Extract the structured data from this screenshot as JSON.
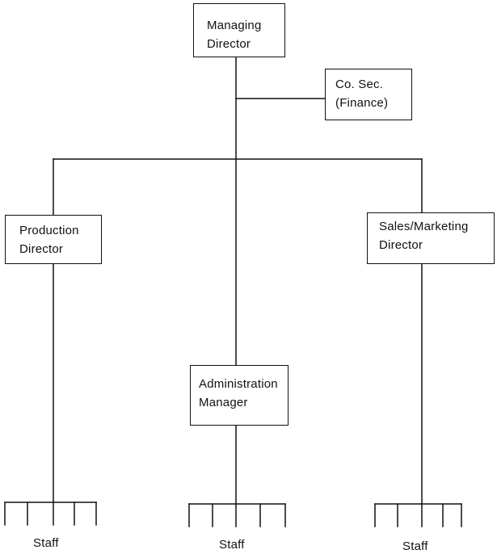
{
  "org_chart": {
    "managing_director": {
      "line1": "Managing",
      "line2": "Director"
    },
    "company_secretary": {
      "line1": "Co. Sec.",
      "line2": "(Finance)"
    },
    "production_director": {
      "line1": "Production",
      "line2": "Director"
    },
    "sales_marketing_director": {
      "line1": "Sales/Marketing",
      "line2": "Director"
    },
    "administration_manager": {
      "line1": "Administration",
      "line2": "Manager"
    },
    "staff_groups": [
      {
        "label": "Staff"
      },
      {
        "label": "Staff"
      },
      {
        "label": "Staff"
      }
    ]
  },
  "colors": {
    "line": "#111111",
    "background": "#ffffff"
  }
}
